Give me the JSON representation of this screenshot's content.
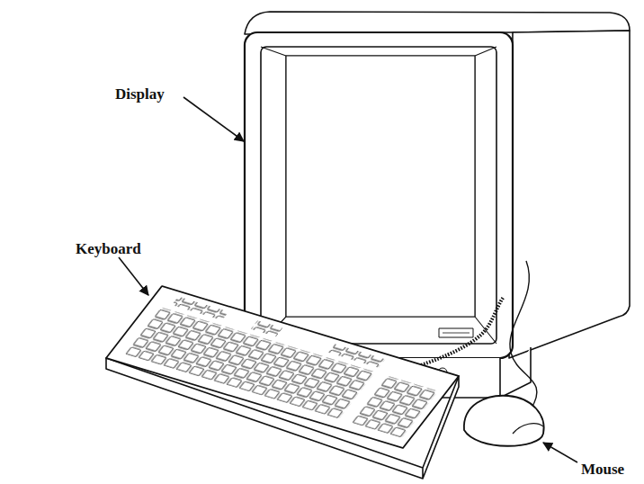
{
  "diagram": {
    "labels": [
      "Display",
      "Keyboard",
      "Mouse"
    ]
  }
}
